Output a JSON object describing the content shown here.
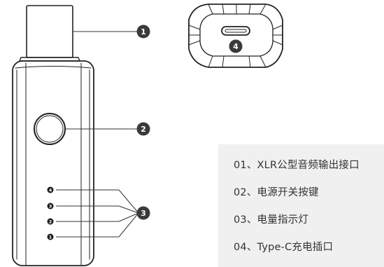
{
  "callouts": {
    "xlr": "1",
    "power_button": "2",
    "battery_leds": "3",
    "usb_c": "4"
  },
  "led_numbers": [
    "4",
    "3",
    "2",
    "1"
  ],
  "legend": [
    "01、XLR公型音频输出接口",
    "02、电源开关按键",
    "03、电量指示灯",
    "04、Type-C充电插口"
  ],
  "colors": {
    "outline": "#222222",
    "callout_fill": "#3a3a3a",
    "callout_text": "#ffffff",
    "legend_bg": "#f0f0f0",
    "legend_text": "#333333"
  }
}
